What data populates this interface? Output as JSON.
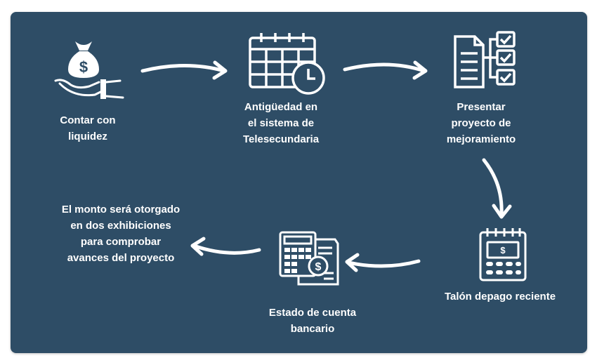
{
  "steps": [
    {
      "id": "liquidez",
      "text": "Contar con\nliquidez",
      "icon": "money-bag-hand-icon"
    },
    {
      "id": "antiguedad",
      "text": "Antigüedad en\nel sistema de\nTelesecundaria",
      "icon": "calendar-clock-icon"
    },
    {
      "id": "proyecto",
      "text": "Presentar\nproyecto de\nmejoramiento",
      "icon": "document-checklist-icon"
    },
    {
      "id": "talon",
      "text": "Talón depago reciente",
      "icon": "payment-calendar-icon"
    },
    {
      "id": "estado",
      "text": "Estado de cuenta\nbancario",
      "icon": "calculator-document-icon"
    },
    {
      "id": "monto",
      "text": "El monto será otorgado\nen dos exhibiciones\npara comprobar\navances del proyecto",
      "icon": ""
    }
  ],
  "colors": {
    "background": "#2e4d66",
    "foreground": "#ffffff"
  }
}
